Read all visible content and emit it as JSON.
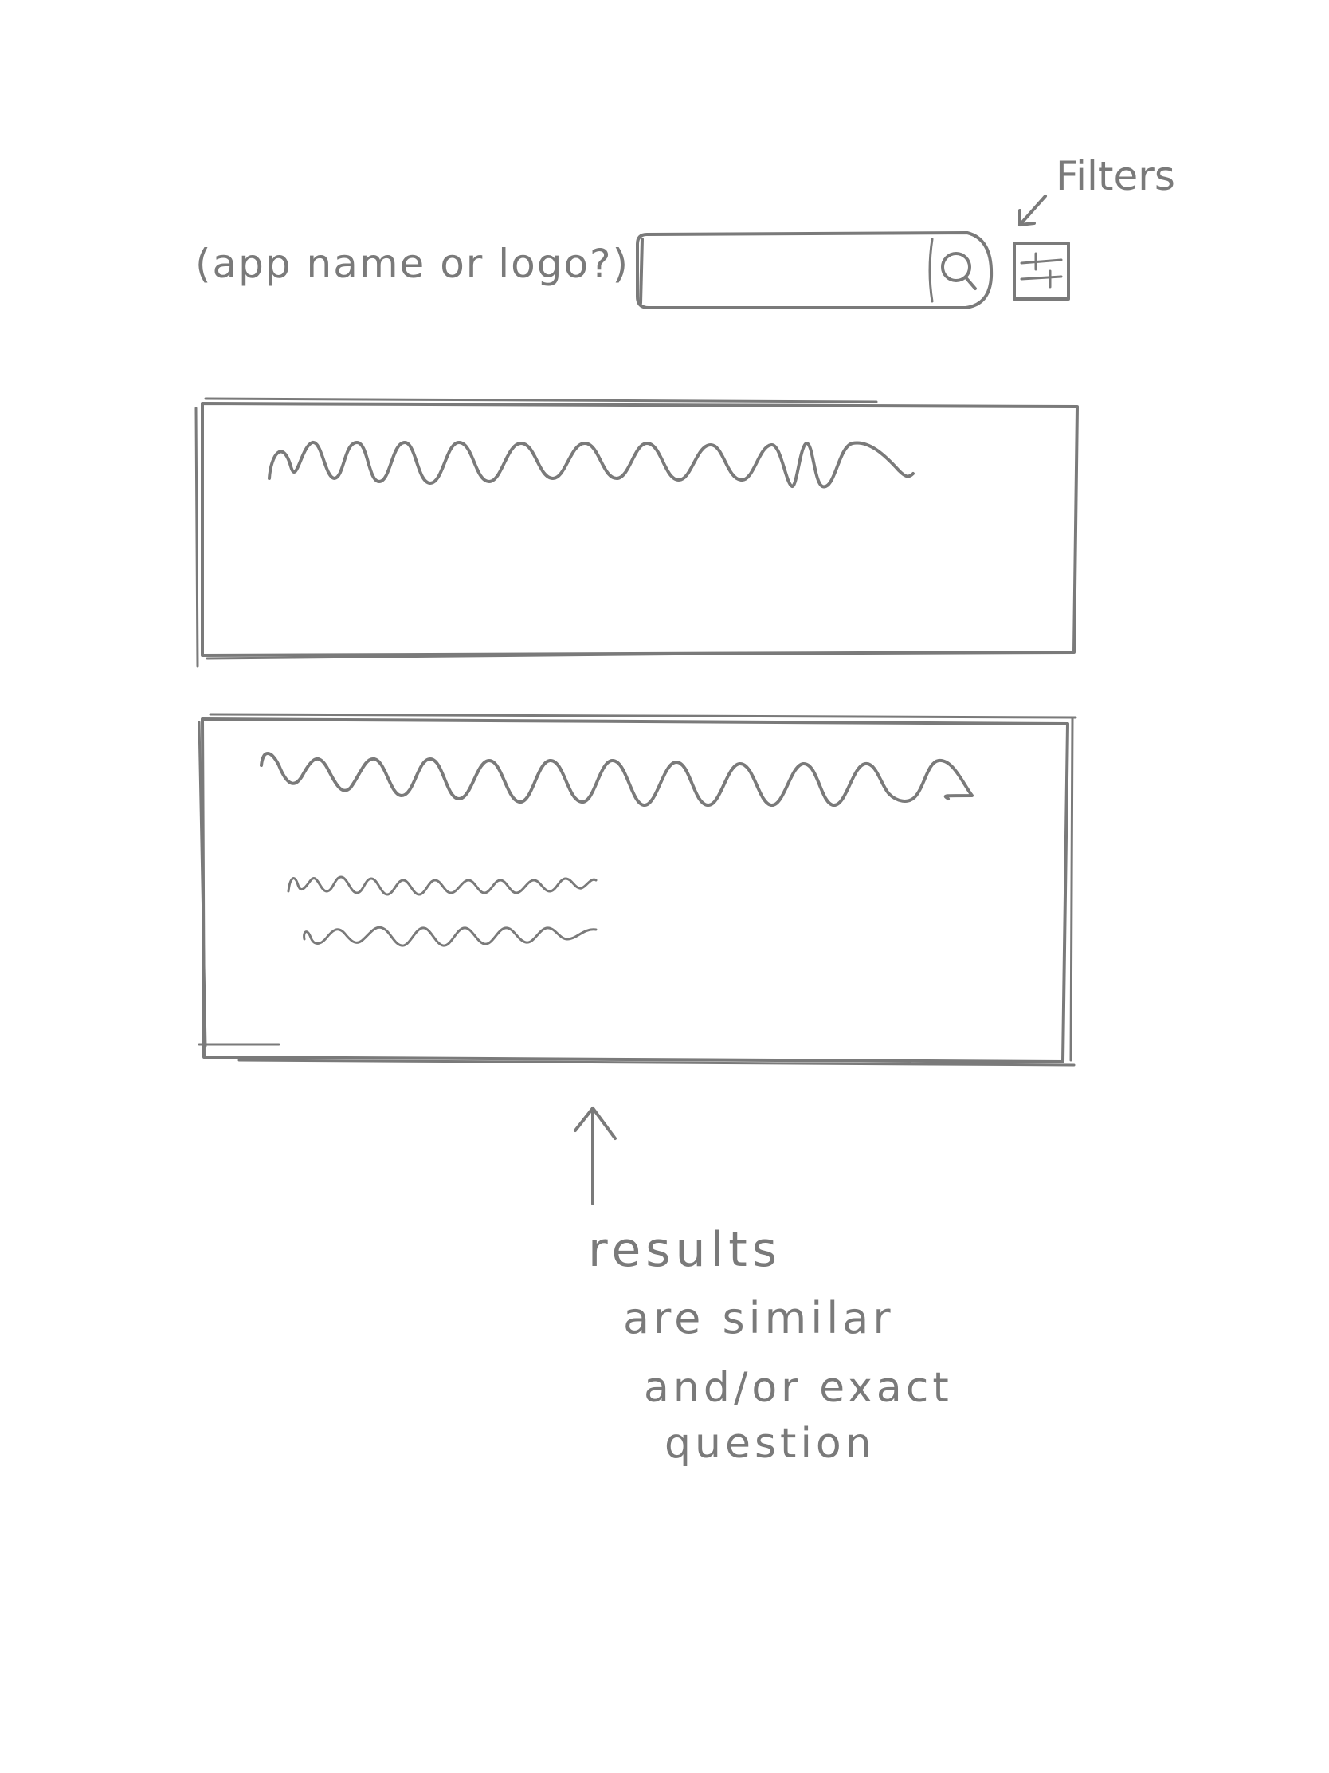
{
  "header": {
    "app_name_placeholder": "(app name or logo?)",
    "search": {
      "placeholder": "",
      "icon": "search-icon"
    },
    "filters": {
      "icon": "filter-sliders-icon",
      "annotation": "Filters"
    }
  },
  "results": {
    "cards": [
      {
        "title": "~~~~~~~~~~~~",
        "lines": []
      },
      {
        "title": "~~~~~~~~~~~~~~",
        "lines": [
          "~~~~~~~~~~",
          "~~~~~~~~"
        ]
      }
    ],
    "annotation": {
      "lines": [
        "results",
        "are similar",
        "and/or exact",
        "question"
      ]
    }
  },
  "colors": {
    "ink": "#7a7a7a",
    "paper": "#ffffff"
  }
}
